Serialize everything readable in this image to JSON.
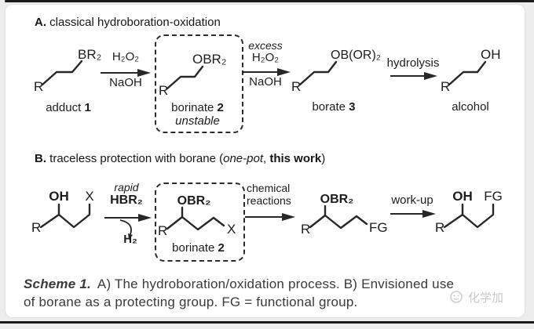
{
  "panelA": {
    "heading": {
      "bold": "A.",
      "rest": " classical hydroboration-oxidation"
    },
    "mol_adduct": {
      "r": "R",
      "group": "BR₂",
      "name": "adduct ",
      "number": "1"
    },
    "arrow1": {
      "above": "H₂O₂",
      "below": "NaOH"
    },
    "mol_borinate": {
      "r": "R",
      "group": "OBR₂",
      "name": "borinate ",
      "number": "2",
      "note": "unstable"
    },
    "arrow2": {
      "qualifier": "excess",
      "above": "H₂O₂",
      "below": "NaOH"
    },
    "mol_borate": {
      "r": "R",
      "group": "OB(OR)₂",
      "name": "borate ",
      "number": "3"
    },
    "arrow3": {
      "above": "hydrolysis"
    },
    "mol_alcohol": {
      "r": "R",
      "group": "OH",
      "name": "alcohol"
    }
  },
  "panelB": {
    "heading": {
      "bold": "B.",
      "rest": " traceless protection with borane (",
      "italic": "one-pot",
      "mid": ", ",
      "bold2": "this work",
      "end": ")"
    },
    "mol_start": {
      "r": "R",
      "oh": "OH",
      "x": "X"
    },
    "arrow1": {
      "qualifier": "rapid",
      "reagent": "HBR₂",
      "byproduct": "H₂"
    },
    "mol_borinate": {
      "r": "R",
      "group": "OBR₂",
      "x": "X",
      "name": "borinate ",
      "number": "2"
    },
    "arrow2": {
      "line1": "chemical",
      "line2": "reactions"
    },
    "mol_protected": {
      "r": "R",
      "group": "OBR₂",
      "x": "FG"
    },
    "arrow3": {
      "above": "work-up"
    },
    "mol_product": {
      "r": "R",
      "oh": "OH",
      "x": "FG"
    }
  },
  "caption": {
    "scheme_label": "Scheme 1.",
    "text_line1": "A) The hydroboration/oxidation process. B) Envisioned use",
    "text_line2": "of borane as a protecting group. FG = functional group."
  },
  "watermark": {
    "text": "化学加"
  },
  "colors": {
    "ink": "#272727",
    "card": "#ffffff",
    "page": "#ededed",
    "watermark": "#c9c9c9"
  }
}
